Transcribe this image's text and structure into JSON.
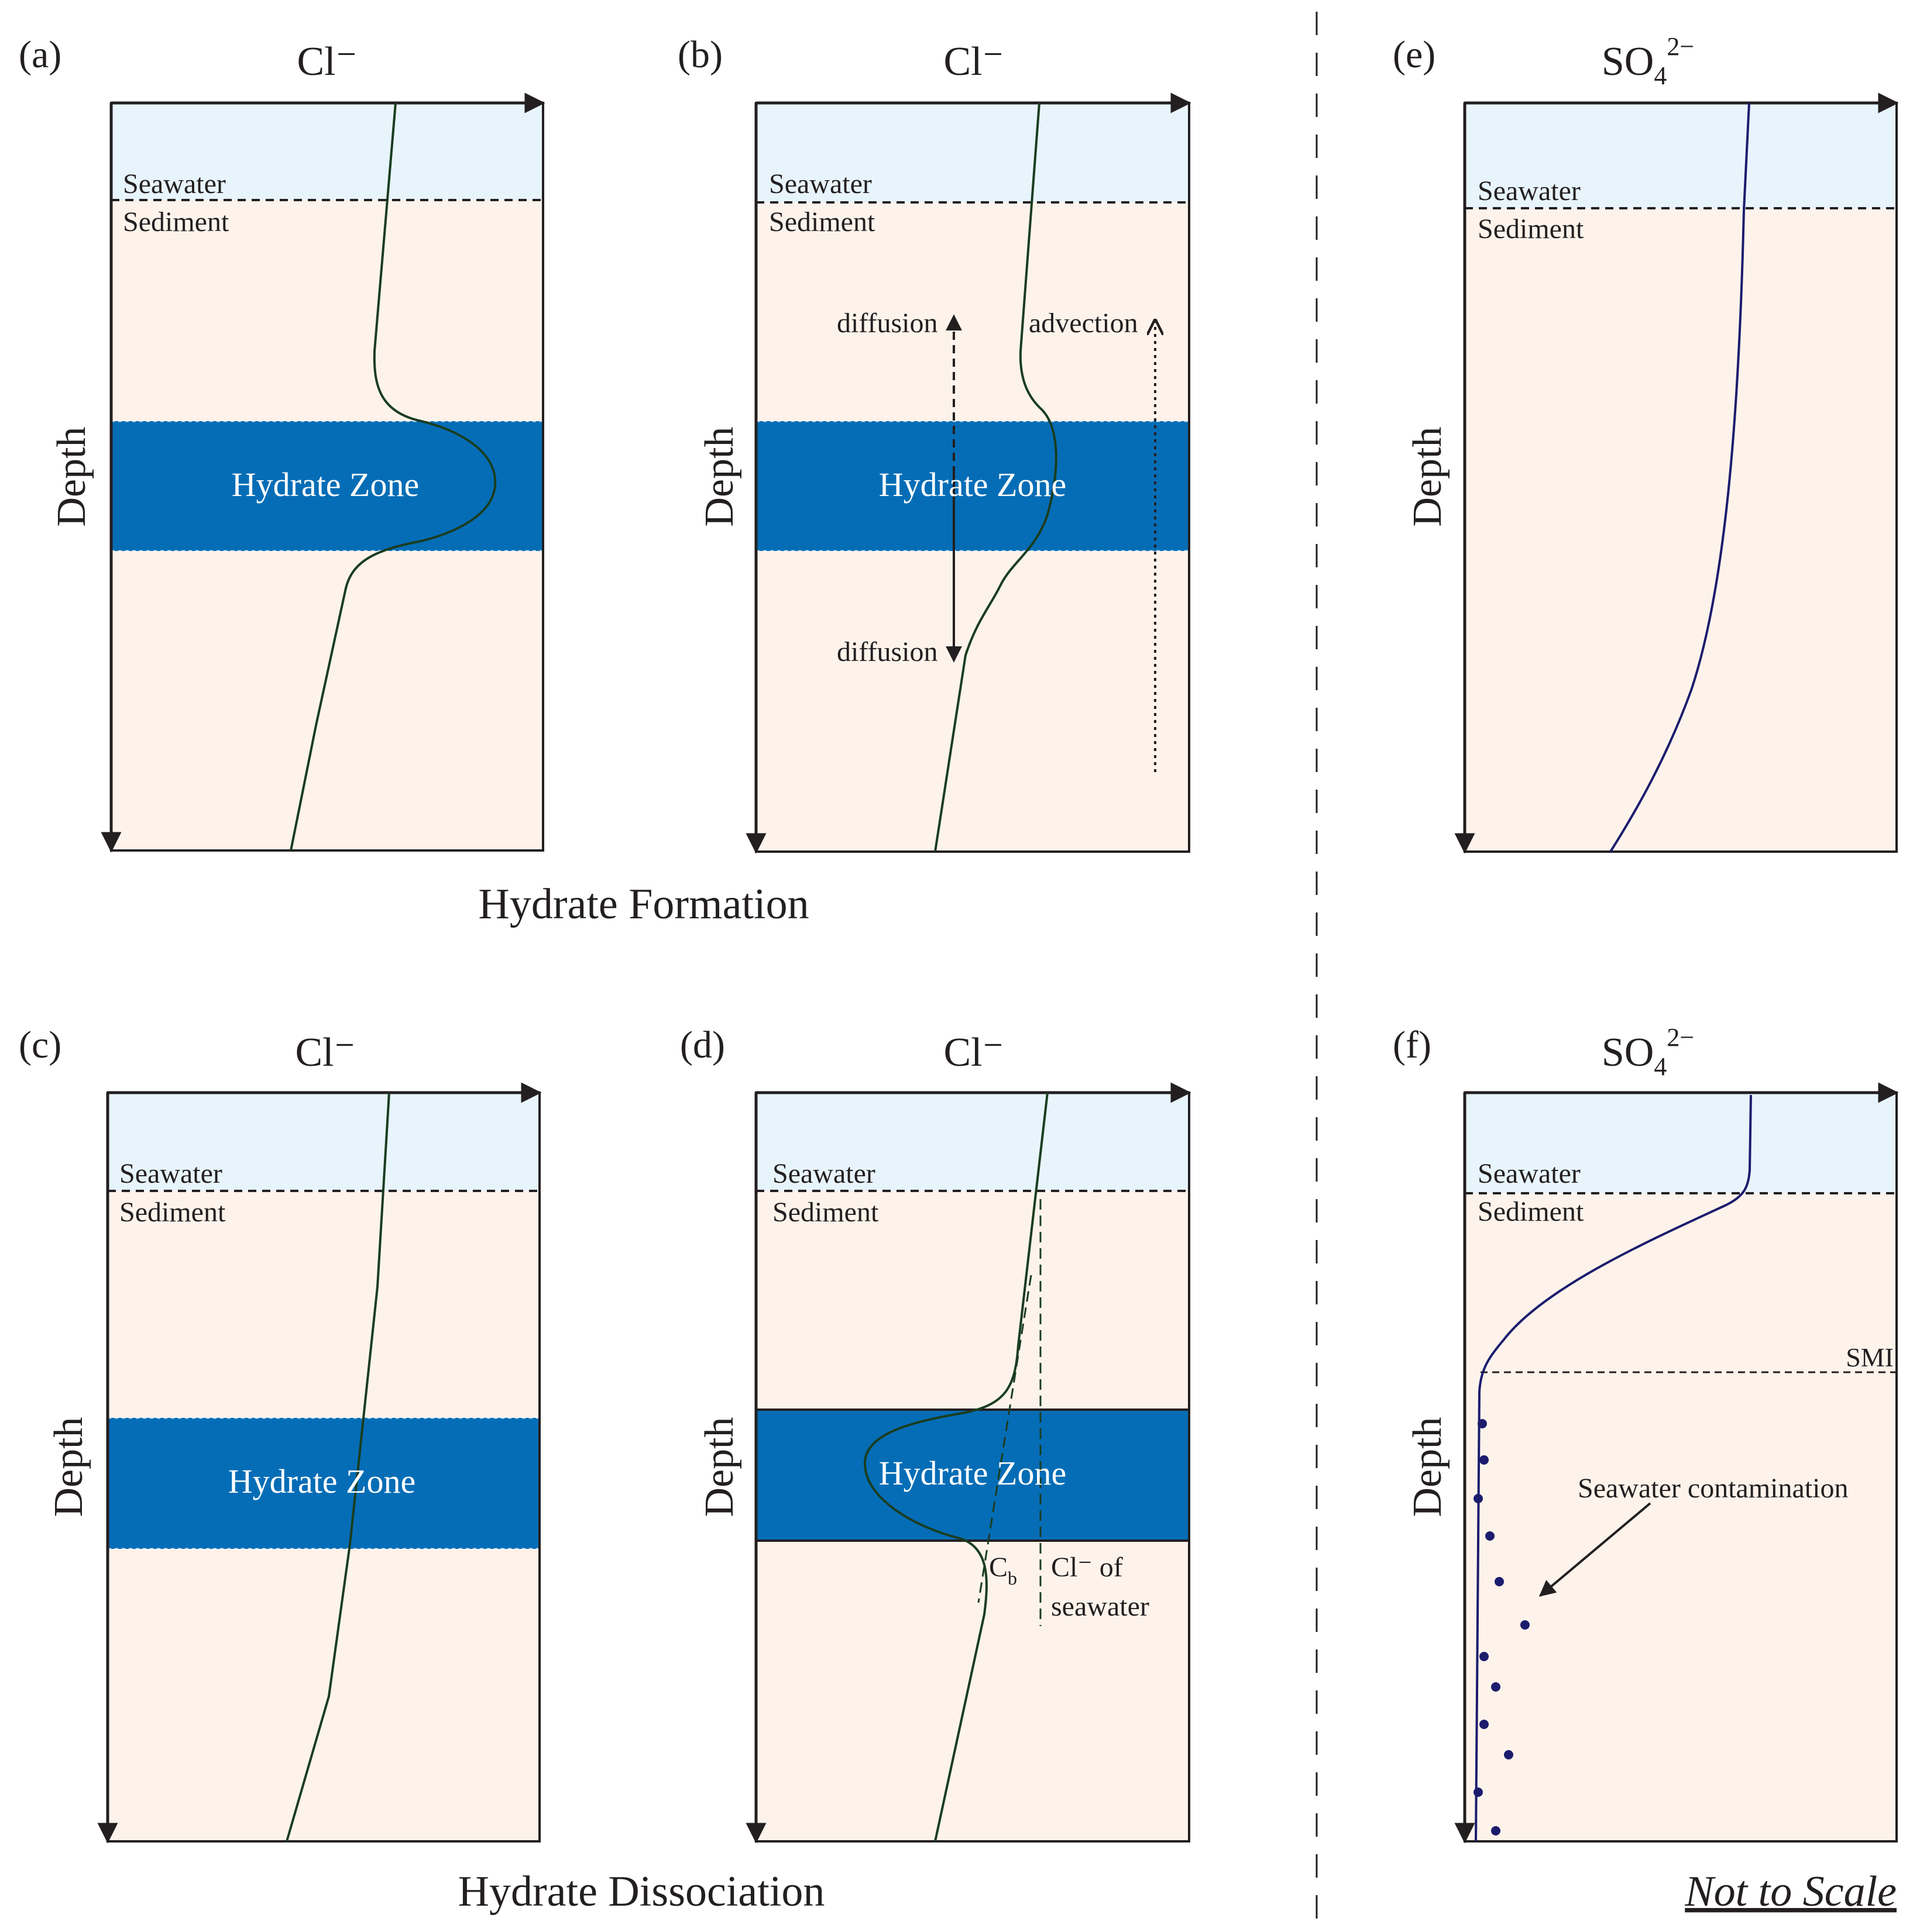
{
  "figure": {
    "row_captions": {
      "formation": "Hydrate Formation",
      "dissociation": "Hydrate Dissociation"
    },
    "scale_note": "Not to Scale",
    "colors": {
      "seawater": "#e8f4fc",
      "sediment": "#fdf3eb",
      "hydrate": "#056db6",
      "cl_curve": "#1a3d20",
      "so4_curve": "#1c1c6e",
      "ink": "#231f20"
    }
  },
  "panels": {
    "a": {
      "label": "(a)",
      "title": "Cl⁻",
      "depth_label": "Depth",
      "seawater": "Seawater",
      "sediment": "Sediment",
      "hydrate": "Hydrate Zone"
    },
    "b": {
      "label": "(b)",
      "title": "Cl⁻",
      "depth_label": "Depth",
      "seawater": "Seawater",
      "sediment": "Sediment",
      "hydrate": "Hydrate Zone",
      "diffusion_up": "diffusion",
      "diffusion_down": "diffusion",
      "advection": "advection"
    },
    "c": {
      "label": "(c)",
      "title": "Cl⁻",
      "depth_label": "Depth",
      "seawater": "Seawater",
      "sediment": "Sediment",
      "hydrate": "Hydrate Zone"
    },
    "d": {
      "label": "(d)",
      "title": "Cl⁻",
      "depth_label": "Depth",
      "seawater": "Seawater",
      "sediment": "Sediment",
      "hydrate": "Hydrate Zone",
      "cb": "C",
      "cb_sub": "b",
      "cl_seawater_1": "Cl⁻ of",
      "cl_seawater_2": "seawater"
    },
    "e": {
      "label": "(e)",
      "title": "SO",
      "title_sub": "4",
      "title_sup": "2−",
      "depth_label": "Depth",
      "seawater": "Seawater",
      "sediment": "Sediment"
    },
    "f": {
      "label": "(f)",
      "title": "SO",
      "title_sub": "4",
      "title_sup": "2−",
      "depth_label": "Depth",
      "seawater": "Seawater",
      "sediment": "Sediment",
      "smi": "SMI",
      "contamination": "Seawater contamination"
    }
  }
}
